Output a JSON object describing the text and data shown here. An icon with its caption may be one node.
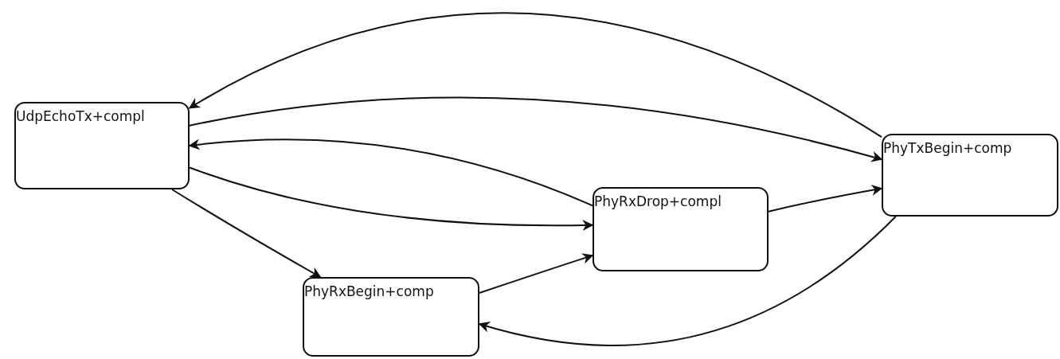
{
  "diagram": {
    "nodes": [
      {
        "text": [
          "UdpEchoTx+compl"
        ]
      },
      {
        "text": [
          "PhyTxBegin+comp"
        ]
      },
      {
        "text": [
          "PhyRxDrop+compl"
        ]
      },
      {
        "text": [
          "PhyRxBegin+comp"
        ]
      }
    ],
    "edges": [
      {
        "from": 1,
        "to": 0,
        "arrow": "to"
      },
      {
        "from": 0,
        "to": 1,
        "arrow": "to"
      },
      {
        "from": 2,
        "to": 0,
        "arrow": "to"
      },
      {
        "from": 0,
        "to": 2,
        "arrow": "to"
      },
      {
        "from": 0,
        "to": 3,
        "arrow": "to"
      },
      {
        "from": 3,
        "to": 2,
        "arrow": "to"
      },
      {
        "from": 2,
        "to": 1,
        "arrow": "to"
      },
      {
        "from": 1,
        "to": 3,
        "arrow": "to"
      }
    ]
  }
}
